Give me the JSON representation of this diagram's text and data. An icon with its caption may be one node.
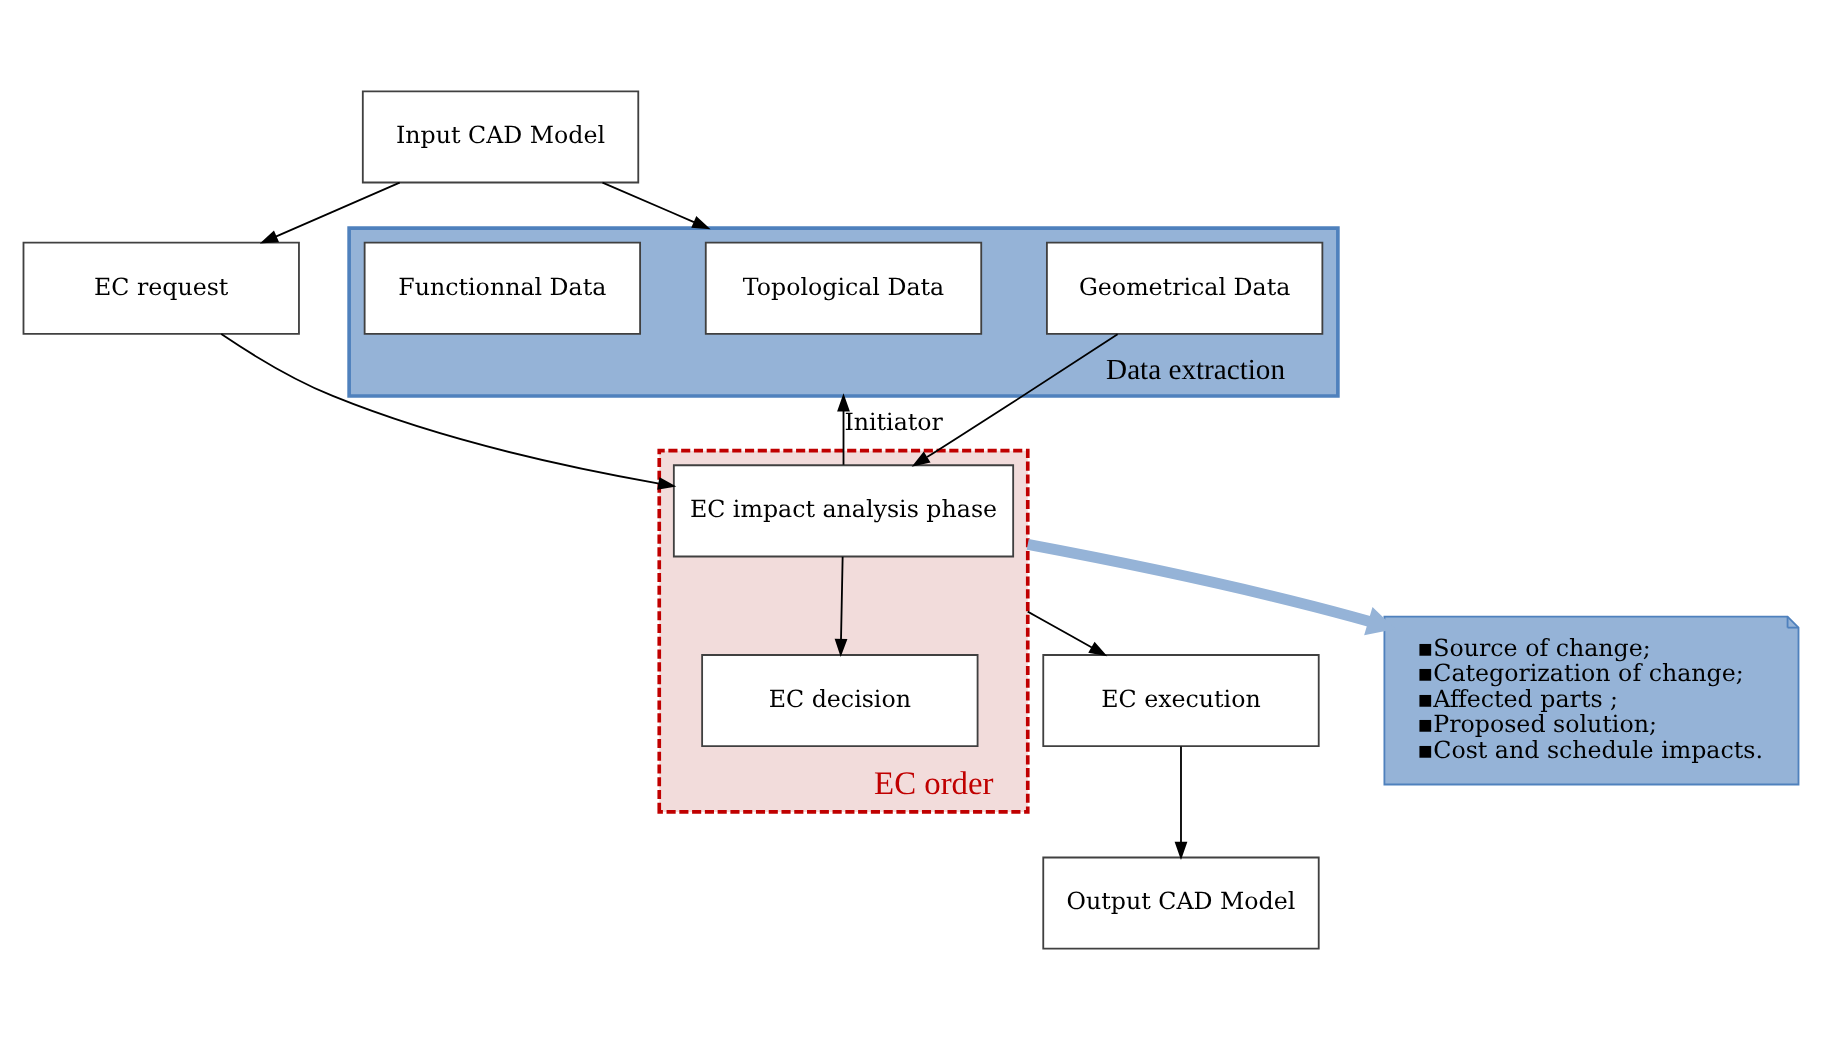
{
  "diagram": {
    "nodes": [
      {
        "text": [
          "Input CAD Model"
        ]
      },
      {
        "text": [
          "EC request"
        ]
      },
      {
        "text": [
          "EC order"
        ]
      },
      {
        "text": [
          "EC impact analysis phase"
        ],
        "in": 2
      },
      {
        "text": [
          "EC decision"
        ],
        "in": 2
      },
      {
        "text": [
          "EC execution"
        ]
      },
      {
        "text": [
          "Output CAD Model"
        ]
      },
      {
        "text": [
          "Data extraction"
        ]
      },
      {
        "text": [
          "Topological Data"
        ],
        "in": 7
      },
      {
        "text": [
          "Geometrical Data"
        ],
        "in": 7
      },
      {
        "text": [
          "Functionnal Data"
        ],
        "in": 7
      },
      {
        "text": [
          "▪Source of change;",
          "▪Categorization of change;",
          "▪Affected parts ;",
          "▪Proposed solution;",
          "▪Cost and schedule impacts."
        ]
      }
    ],
    "edges": [
      {
        "from": 0,
        "to": 1,
        "arrow": "to"
      },
      {
        "from": 0,
        "to": 7,
        "arrow": "to"
      },
      {
        "from": 1,
        "to": 3,
        "arrow": "to"
      },
      {
        "from": 3,
        "to": 4,
        "arrow": "to"
      },
      {
        "from": 2,
        "to": 5,
        "arrow": "to"
      },
      {
        "from": 5,
        "to": 6,
        "arrow": "to"
      },
      {
        "from": 3,
        "to": 7,
        "arrow": "to",
        "label": "Initiator"
      },
      {
        "from": 9,
        "to": 3,
        "arrow": "to"
      },
      {
        "from": 2,
        "to": 11,
        "arrow": "to",
        "style": "thick",
        "color": "#95b3d7"
      }
    ]
  }
}
